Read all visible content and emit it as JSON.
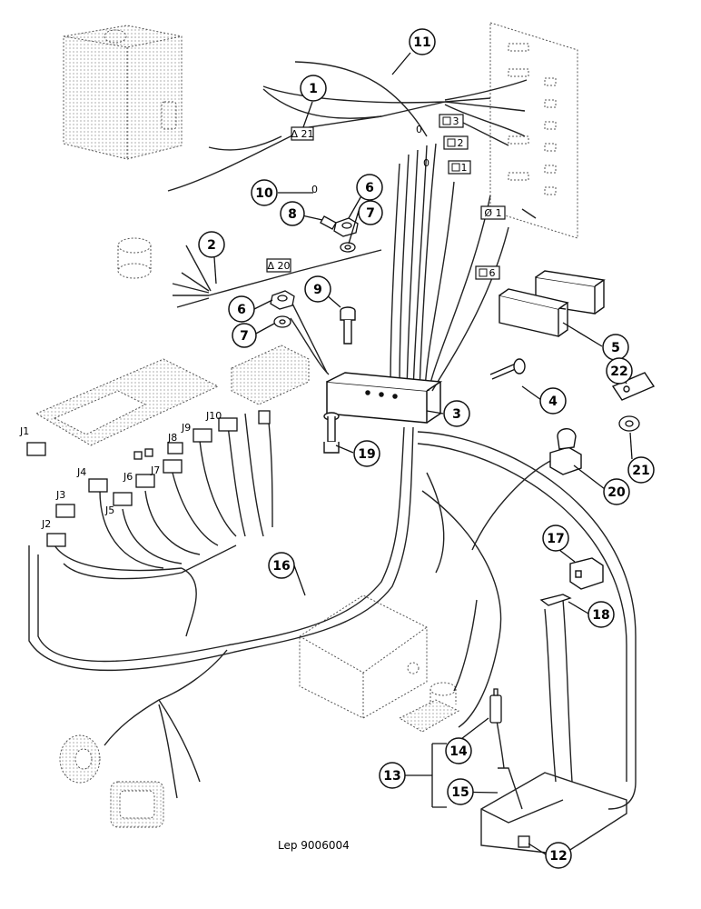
{
  "callouts": {
    "c1": "1",
    "c2": "2",
    "c3": "3",
    "c4": "4",
    "c5": "5",
    "c6a": "6",
    "c6b": "6",
    "c7a": "7",
    "c7b": "7",
    "c8": "8",
    "c9": "9",
    "c10": "10",
    "c11": "11",
    "c12": "12",
    "c13": "13",
    "c14": "14",
    "c15": "15",
    "c16": "16",
    "c17": "17",
    "c18": "18",
    "c19": "19",
    "c20": "20",
    "c21": "21",
    "c22": "22"
  },
  "wire_labels": {
    "a21": "Δ 21",
    "a20": "Δ 20",
    "b3": "3",
    "b2": "2",
    "b1": "1",
    "o1": "Ø 1",
    "b6": "6"
  },
  "zero_marks": [
    "0",
    "0",
    "0"
  ],
  "connectors": {
    "j1": "J1",
    "j2": "J2",
    "j3": "J3",
    "j4": "J4",
    "j5": "J5",
    "j6": "J6",
    "j7": "J7",
    "j8": "J8",
    "j9": "J9",
    "j10": "J10"
  },
  "caption": "Lep 9006004"
}
